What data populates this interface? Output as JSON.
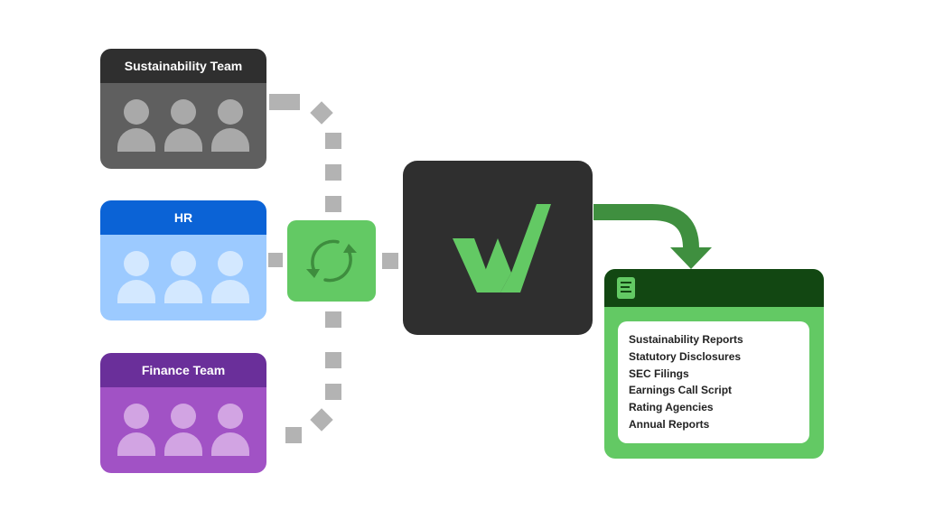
{
  "teams": [
    {
      "title": "Sustainability Team",
      "color": "#2f2f2f",
      "members_icon": "people-icon"
    },
    {
      "title": "HR",
      "color": "#0b63d6",
      "members_icon": "people-icon"
    },
    {
      "title": "Finance Team",
      "color": "#6a2f9a",
      "members_icon": "people-icon"
    }
  ],
  "sync": {
    "icon": "sync-arrows-icon",
    "color": "#63c964"
  },
  "platform": {
    "icon": "w-check-logo",
    "color": "#2f2f2f",
    "accent": "#63c964"
  },
  "output": {
    "icon": "document-icon",
    "header_color": "#124712",
    "items": [
      "Sustainability Reports",
      "Statutory Disclosures",
      "SEC Filings",
      "Earnings Call Script",
      "Rating Agencies",
      "Annual Reports"
    ]
  },
  "connectors": {
    "style": "dotted",
    "color": "#b3b3b3",
    "output_arrow_color": "#3f8f3f"
  }
}
